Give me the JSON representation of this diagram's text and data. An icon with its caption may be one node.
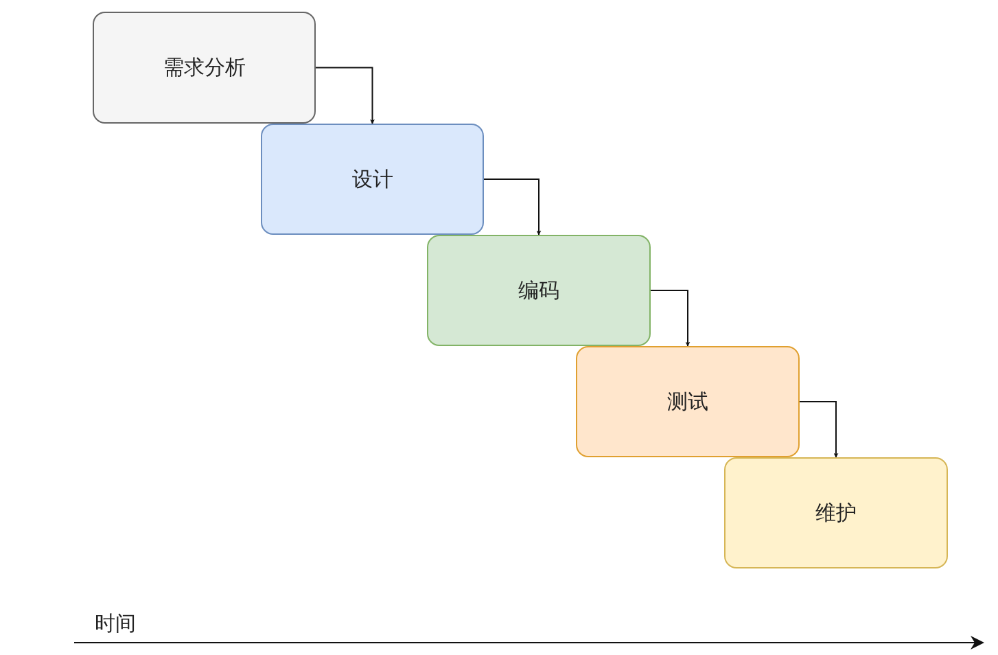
{
  "diagram": {
    "nodes": [
      {
        "text": [
          "需求分析"
        ]
      },
      {
        "text": [
          "设计"
        ]
      },
      {
        "text": [
          "编码"
        ]
      },
      {
        "text": [
          "测试"
        ]
      },
      {
        "text": [
          "维护"
        ]
      }
    ],
    "edges": [
      {
        "from": 0,
        "to": 1,
        "arrow": "to"
      },
      {
        "from": 1,
        "to": 2,
        "arrow": "to"
      },
      {
        "from": 2,
        "to": 3,
        "arrow": "to"
      },
      {
        "from": 3,
        "to": 4,
        "arrow": "to"
      }
    ],
    "labels": [
      "时间"
    ]
  }
}
